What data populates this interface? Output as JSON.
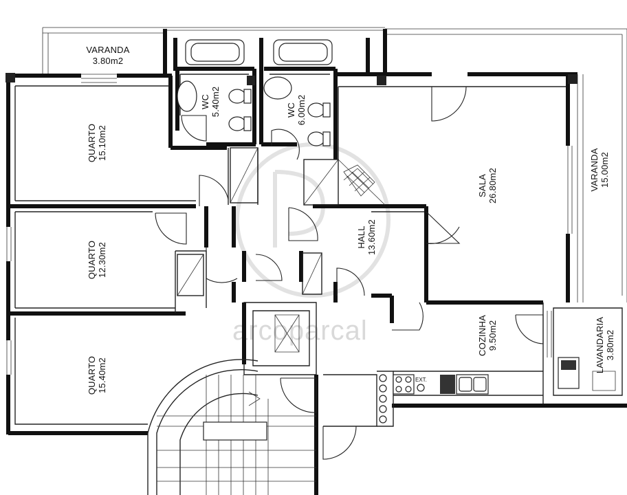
{
  "rooms": {
    "varanda_top": {
      "name": "VARANDA",
      "area": "3.80m2"
    },
    "wc_1": {
      "name": "WC",
      "area": "5.40m2"
    },
    "wc_2": {
      "name": "WC",
      "area": "6.00m2"
    },
    "quarto_1": {
      "name": "QUARTO",
      "area": "15.10m2"
    },
    "quarto_2": {
      "name": "QUARTO",
      "area": "12.30m2"
    },
    "quarto_3": {
      "name": "QUARTO",
      "area": "15.40m2"
    },
    "hall": {
      "name": "HALL",
      "area": "13.60m2"
    },
    "sala": {
      "name": "SALA",
      "area": "26.80m2"
    },
    "varanda_right": {
      "name": "VARANDA",
      "area": "15.00m2"
    },
    "cozinha": {
      "name": "COZINHA",
      "area": "9.50m2"
    },
    "lavandaria": {
      "name": "LAVANDARIA",
      "area": "3.80m2"
    }
  },
  "labels": {
    "ext": "EXT."
  },
  "watermark": {
    "text": "arcoparcal"
  }
}
